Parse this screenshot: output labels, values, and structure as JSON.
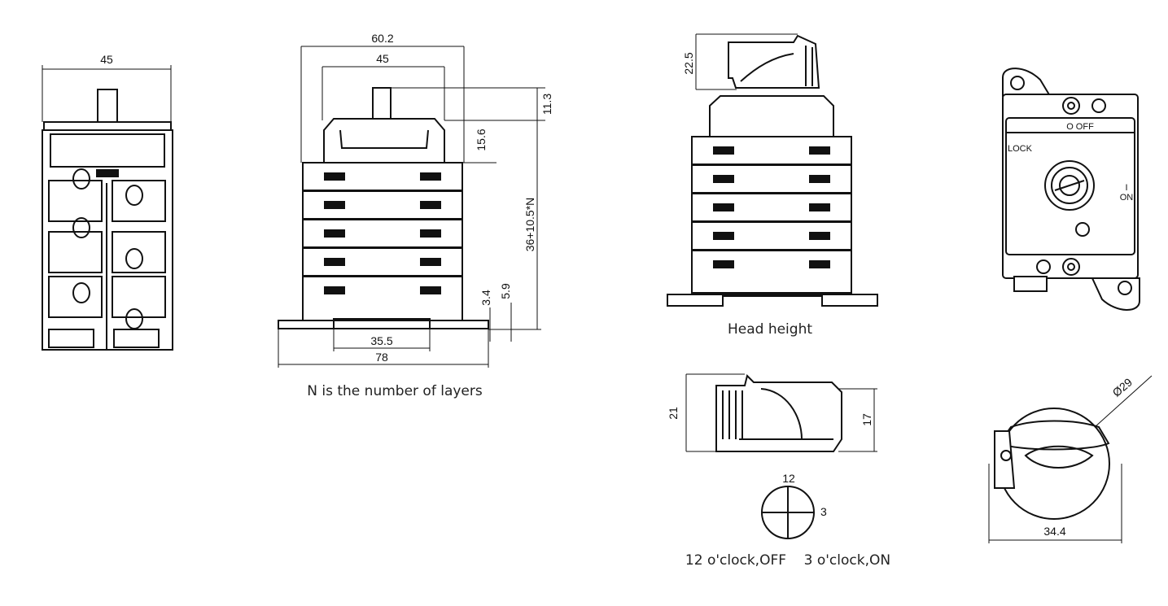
{
  "front_view": {
    "width_label": "45"
  },
  "side_view": {
    "overall_width_label": "60.2",
    "body_width_label": "45",
    "shaft_height_label": "11.3",
    "head_height_label": "15.6",
    "stack_height_label": "36+10.5*N",
    "offset_small_label": "3.4",
    "offset_large_label": "5.9",
    "rail_width_label": "35.5",
    "base_width_label": "78",
    "caption": "N is the number of layers"
  },
  "head_view": {
    "height_label": "22.5",
    "caption": "Head height"
  },
  "knob_side_view": {
    "height_left_label": "21",
    "height_right_label": "17"
  },
  "clock_view": {
    "twelve_label": "12",
    "three_label": "3",
    "caption": "12 o'clock,OFF    3 o'clock,ON"
  },
  "panel_view": {
    "off_label": "O OFF",
    "lock_label": "LOCK",
    "on_bar_label": "I",
    "on_label": "ON"
  },
  "knob_top_view": {
    "diameter_label": "Ø29",
    "width_label": "34.4"
  }
}
